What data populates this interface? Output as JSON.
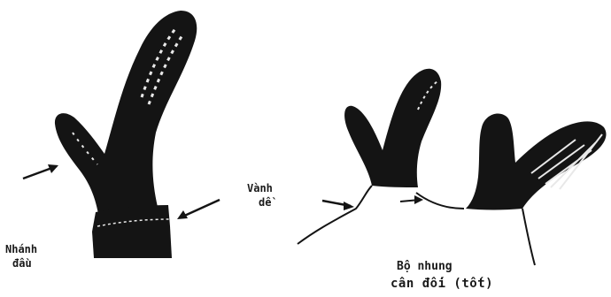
{
  "labels": {
    "nhanh": "Nhánh",
    "dau": "đầu",
    "vanh": "Vành",
    "de": "dề",
    "bo_nhung": "Bộ nhung",
    "can_doi": "cân đối (tốt)"
  },
  "colors": {
    "ink": "#141414",
    "paper": "#ffffff",
    "highlight": "#e8e8e8"
  }
}
